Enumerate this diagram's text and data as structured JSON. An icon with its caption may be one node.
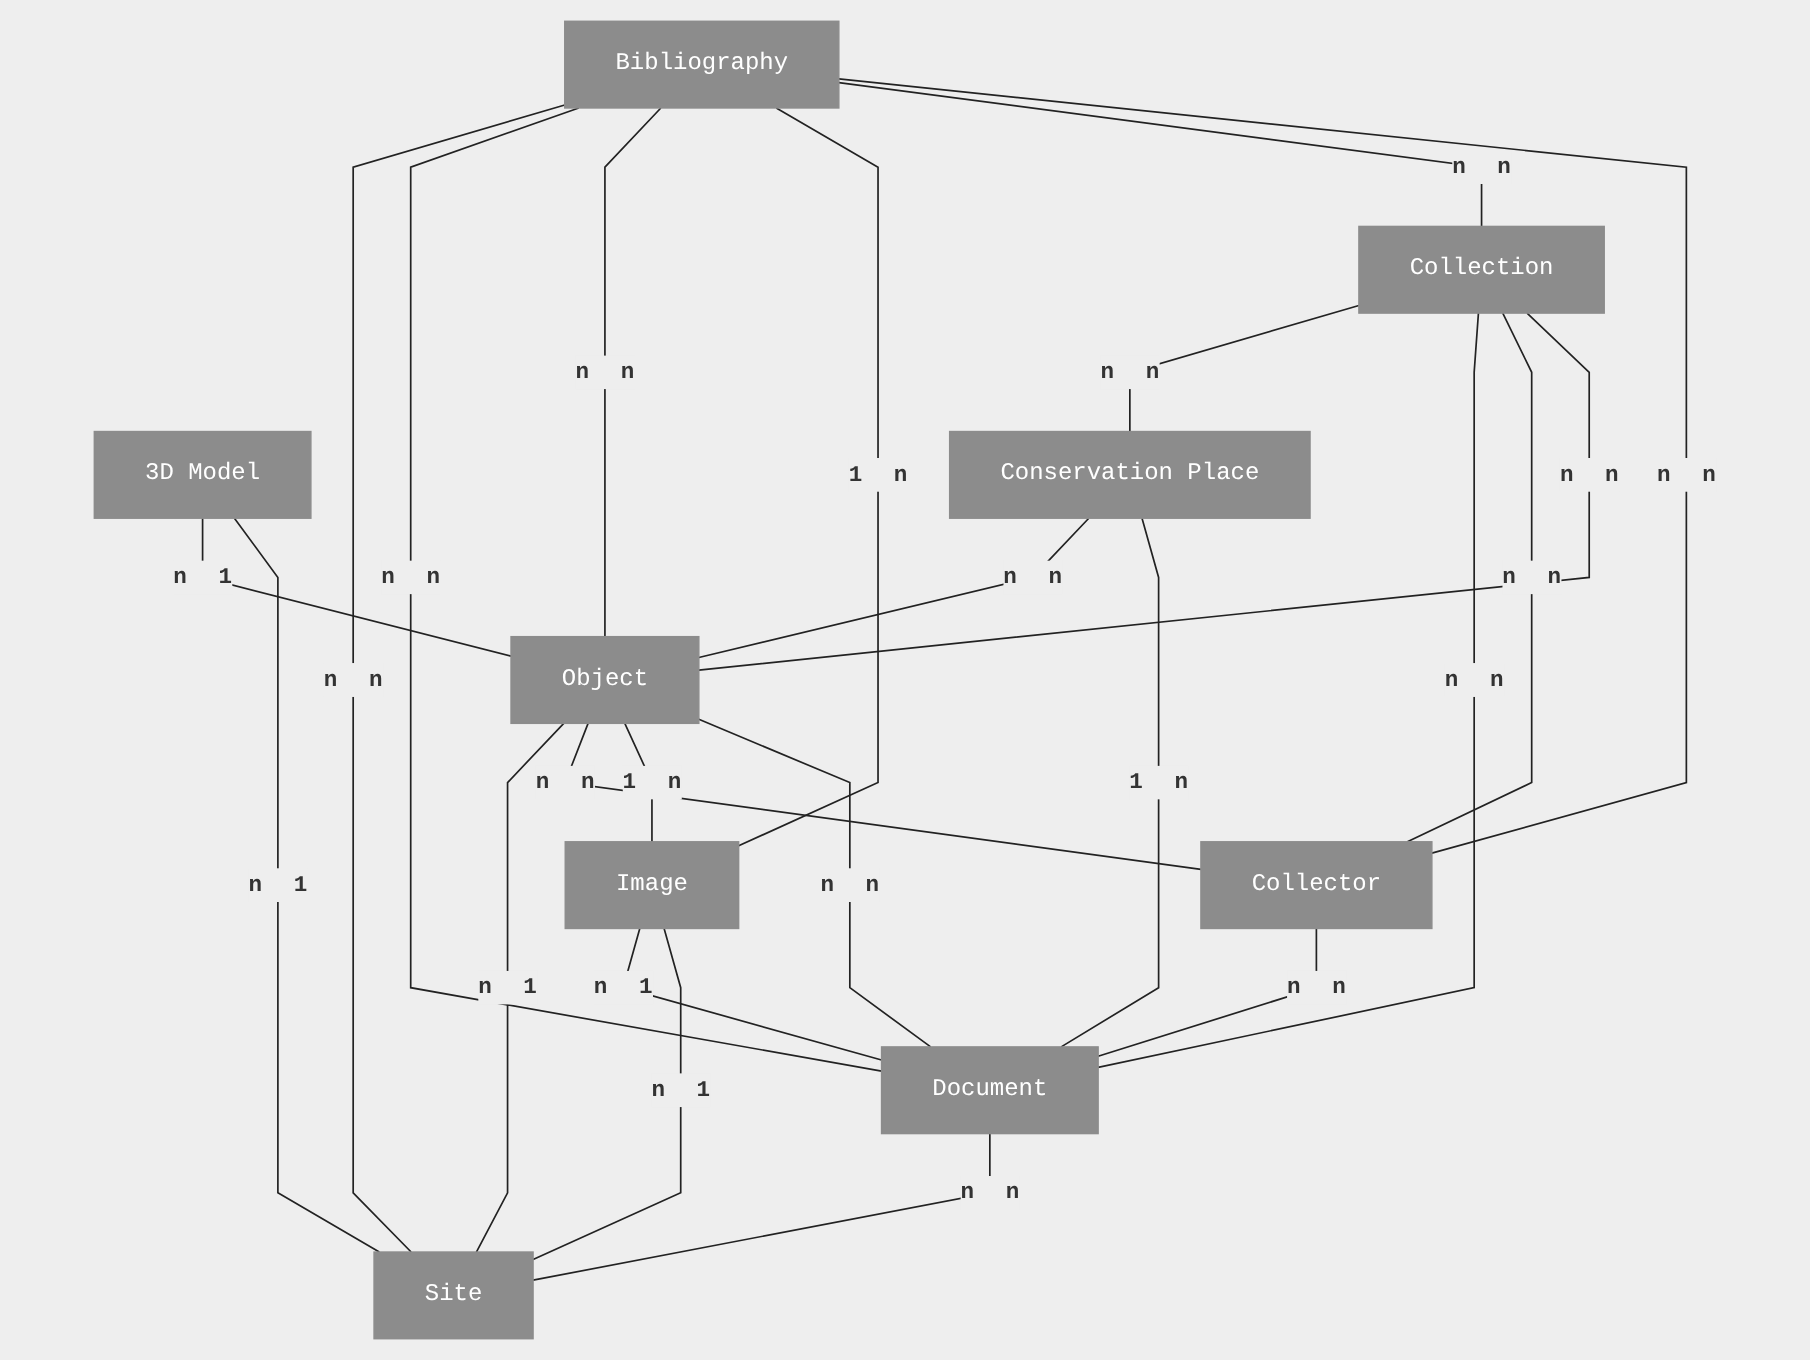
{
  "diagram": {
    "nodes": [
      {
        "text": [
          "Bibliography"
        ]
      },
      {
        "text": [
          "3D Model"
        ]
      },
      {
        "text": [
          "Conservation Place"
        ]
      },
      {
        "text": [
          "Collection"
        ]
      },
      {
        "text": [
          "Object"
        ]
      },
      {
        "text": [
          "Collector"
        ]
      },
      {
        "text": [
          "Image"
        ]
      },
      {
        "text": [
          "Document"
        ]
      },
      {
        "text": [
          "Site"
        ]
      }
    ],
    "edges": [
      {
        "from": 0,
        "to": 8,
        "arrow": "none",
        "label": "n n"
      },
      {
        "from": 0,
        "to": 7,
        "arrow": "none",
        "label": "n n"
      },
      {
        "from": 0,
        "to": 4,
        "arrow": "none",
        "label": "n n"
      },
      {
        "from": 0,
        "to": 6,
        "arrow": "none",
        "label": "1 n"
      },
      {
        "from": 0,
        "to": 3,
        "arrow": "none",
        "label": "n n"
      },
      {
        "from": 0,
        "to": 5,
        "arrow": "none",
        "label": "n n"
      },
      {
        "from": 3,
        "to": 2,
        "arrow": "none",
        "label": "n n"
      },
      {
        "from": 3,
        "to": 7,
        "arrow": "none",
        "label": "n n"
      },
      {
        "from": 3,
        "to": 5,
        "arrow": "none",
        "label": "n n"
      },
      {
        "from": 3,
        "to": 4,
        "arrow": "none",
        "label": "n n"
      },
      {
        "from": 1,
        "to": 4,
        "arrow": "none",
        "label": "n 1"
      },
      {
        "from": 1,
        "to": 8,
        "arrow": "none",
        "label": "n 1"
      },
      {
        "from": 2,
        "to": 4,
        "arrow": "none",
        "label": "n n"
      },
      {
        "from": 2,
        "to": 7,
        "arrow": "none",
        "label": "1 n"
      },
      {
        "from": 4,
        "to": 8,
        "arrow": "none",
        "label": "n 1"
      },
      {
        "from": 4,
        "to": 5,
        "arrow": "none",
        "label": "n n"
      },
      {
        "from": 4,
        "to": 6,
        "arrow": "none",
        "label": "1 n"
      },
      {
        "from": 4,
        "to": 7,
        "arrow": "none",
        "label": "n n"
      },
      {
        "from": 5,
        "to": 7,
        "arrow": "none",
        "label": "n n"
      },
      {
        "from": 6,
        "to": 7,
        "arrow": "none",
        "label": "n 1"
      },
      {
        "from": 6,
        "to": 8,
        "arrow": "none",
        "label": "n 1"
      },
      {
        "from": 7,
        "to": 8,
        "arrow": "none",
        "label": "n n"
      }
    ]
  }
}
